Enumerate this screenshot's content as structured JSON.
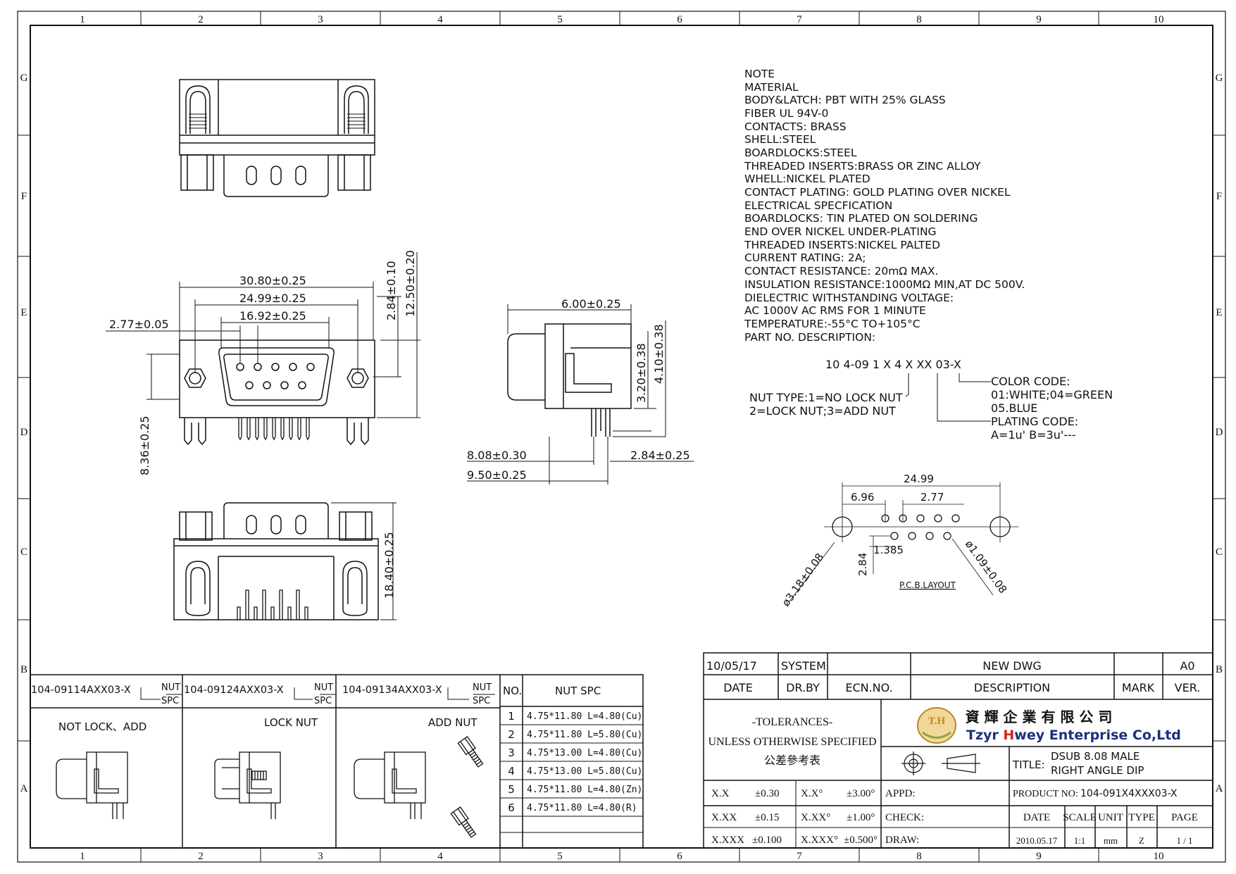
{
  "zone_cols": [
    "1",
    "2",
    "3",
    "4",
    "5",
    "6",
    "7",
    "8",
    "9",
    "10"
  ],
  "zone_rows": [
    "G",
    "F",
    "E",
    "D",
    "C",
    "B",
    "A"
  ],
  "notes": [
    "NOTE",
    "MATERIAL",
    "BODY&LATCH: PBT WITH 25% GLASS",
    "FIBER UL 94V-0",
    "CONTACTS: BRASS",
    "SHELL:STEEL",
    "BOARDLOCKS:STEEL",
    "THREADED INSERTS:BRASS OR ZINC ALLOY",
    "WHELL:NICKEL PLATED",
    "CONTACT PLATING: GOLD PLATING OVER NICKEL",
    "ELECTRICAL SPECFICATION",
    "BOARDLOCKS: TIN PLATED ON SOLDERING",
    "END OVER NICKEL UNDER-PLATING",
    "THREADED INSERTS:NICKEL PALTED",
    "CURRENT RATING: 2A;",
    "CONTACT RESISTANCE: 20mΩ MAX.",
    "INSULATION RESISTANCE:1000MΩ MIN,AT DC 500V.",
    "DIELECTRIC WITHSTANDING VOLTAGE:",
    "AC 1000V AC RMS FOR 1 MINUTE",
    "TEMPERATURE:-55°C TO+105°C",
    "PART NO. DESCRIPTION:"
  ],
  "part_no": {
    "code": "10 4-09 1 X 4 X XX 03-X",
    "nut_type_1": "NUT TYPE:1=NO LOCK NUT",
    "nut_type_2": "2=LOCK NUT;3=ADD NUT",
    "color_1": "COLOR CODE:",
    "color_2": "01:WHITE;04=GREEN",
    "color_3": "05.BLUE",
    "plating_1": "PLATING CODE:",
    "plating_2": "A=1u' B=3u'---"
  },
  "dims_front": {
    "w1": "30.80±0.25",
    "w2": "24.99±0.25",
    "w3": "16.92±0.25",
    "pitch": "2.77±0.05",
    "h1": "2.84±0.10",
    "h2": "12.50±0.20",
    "h3": "8.36±0.25"
  },
  "dims_side": {
    "top": "6.00±0.25",
    "v1": "3.20±0.38",
    "v2": "4.10±0.38",
    "b1": "8.08±0.30",
    "b2": "9.50±0.25",
    "b3": "2.84±0.25"
  },
  "dims_bottom": {
    "h": "18.40±0.25"
  },
  "pcb": {
    "w": "24.99",
    "a": "6.96",
    "b": "2.77",
    "c": "1.385",
    "d": "2.84",
    "hole_big": "ø3.18±0.08",
    "hole_small": "ø1.09±0.08",
    "title": "P.C.B.LAYOUT"
  },
  "nut_table": {
    "variants": [
      {
        "pn": "104-09114AXX03-X",
        "label": "NOT LOCK、ADD"
      },
      {
        "pn": "104-09124AXX03-X",
        "label": "LOCK NUT"
      },
      {
        "pn": "104-09134AXX03-X",
        "label": "ADD NUT"
      }
    ],
    "nut_word": "NUT",
    "spc_word": "SPC",
    "no_header": "NO.",
    "spc_header": "NUT SPC",
    "rows": [
      {
        "no": "1",
        "spec": "4.75*11.80  L=4.80(Cu)"
      },
      {
        "no": "2",
        "spec": "4.75*11.80  L=5.80(Cu)"
      },
      {
        "no": "3",
        "spec": "4.75*13.00  L=4.80(Cu)"
      },
      {
        "no": "4",
        "spec": "4.75*13.00  L=5.80(Cu)"
      },
      {
        "no": "5",
        "spec": "4.75*11.80  L=4.80(Zn)"
      },
      {
        "no": "6",
        "spec": "4.75*11.80  L=4.80(R)"
      }
    ]
  },
  "title_block": {
    "rev_date": "10/05/17",
    "rev_by": "SYSTEM",
    "rev_desc": "NEW DWG",
    "rev_ver": "A0",
    "h_date": "DATE",
    "h_drby": "DR.BY",
    "h_ecn": "ECN.NO.",
    "h_desc": "DESCRIPTION",
    "h_mark": "MARK",
    "h_ver": "VER.",
    "tol_1": "-TOLERANCES-",
    "tol_2": "UNLESS OTHERWISE SPECIFIED",
    "tol_3": "公差參考表",
    "logo_mark": "T.H",
    "company_cn": "資 輝 企 業 有 限 公 司",
    "company_en_1": "Tzyr ",
    "company_en_h": "H",
    "company_en_2": "wey Enterprise Co,Ltd",
    "title_label": "TITLE:",
    "title_1": "DSUB 8.08 MALE",
    "title_2": "RIGHT ANGLE DIP",
    "tol_rows": [
      {
        "a": "X.X",
        "av": "±0.30",
        "b": "X.X°",
        "bv": "±3.00°"
      },
      {
        "a": "X.XX",
        "av": "±0.15",
        "b": "X.XX°",
        "bv": "±1.00°"
      },
      {
        "a": "X.XXX",
        "av": "±0.100",
        "b": "X.XXX°",
        "bv": "±0.500°"
      }
    ],
    "appd": "APPD:",
    "check": "CHECK:",
    "draw": "DRAW:",
    "product_label": "PRODUCT NO:",
    "product_no": "104-091X4XXX03-X",
    "h2_date": "DATE",
    "h2_scale": "SCALE",
    "h2_unit": "UNIT",
    "h2_type": "TYPE",
    "h2_page": "PAGE",
    "v_date": "2010.05.17",
    "v_scale": "1:1",
    "v_unit": "mm",
    "v_type": "Z",
    "v_page": "1 / 1"
  }
}
